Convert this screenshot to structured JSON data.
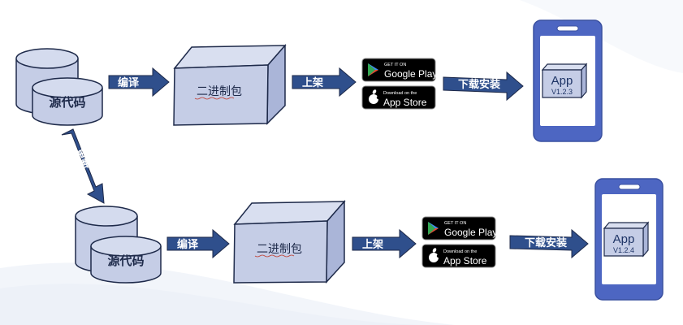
{
  "colors": {
    "arrow": "#2f4f8c",
    "shape_fill": "#c5cde6",
    "shape_stroke": "#1e2a4a",
    "phone_frame": "#4d66c2",
    "phone_screen": "#ffffff",
    "badge_bg": "#000000"
  },
  "top_row": {
    "source": "源代码",
    "compile": "编译",
    "binary": "二进制包",
    "publish": "上架",
    "download": "下载安装",
    "google_small": "GET IT ON",
    "google_big": "Google Play",
    "apple_small": "Download on the",
    "apple_big": "App Store",
    "app_name": "App",
    "app_version": "V1.2.3"
  },
  "update": "更新",
  "bottom_row": {
    "source": "源代码",
    "compile": "编译",
    "binary": "二进制包",
    "publish": "上架",
    "download": "下载安装",
    "google_small": "GET IT ON",
    "google_big": "Google Play",
    "apple_small": "Download on the",
    "apple_big": "App Store",
    "app_name": "App",
    "app_version": "V1.2.4"
  }
}
